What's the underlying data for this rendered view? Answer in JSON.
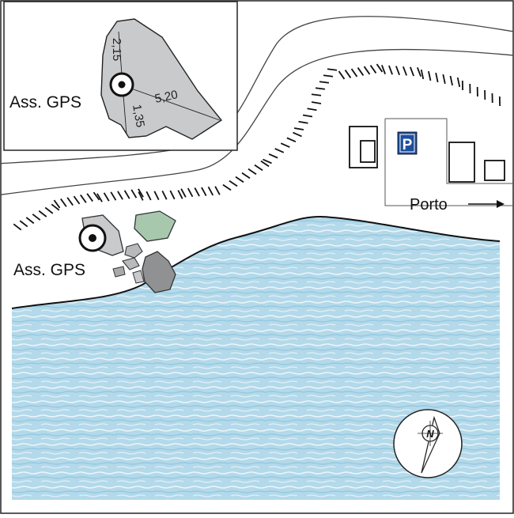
{
  "map": {
    "gps_label": "Ass. GPS",
    "inset_gps_label": "Ass. GPS",
    "measurements": {
      "m1": "2,15",
      "m2": "5,20",
      "m3": "1,35"
    },
    "harbor_label": "Porto",
    "parking_sign": "P",
    "compass_letter": "N"
  },
  "colors": {
    "sea": "#a9d3e6",
    "rock_light": "#c9cacc",
    "rock_dark": "#8f9193",
    "rock_green": "#a8c8ae",
    "parking_blue": "#1e4f9e",
    "line": "#222222"
  },
  "icons": [
    "gps-target-icon",
    "parking-icon",
    "north-arrow-icon",
    "arrow-right-icon"
  ]
}
